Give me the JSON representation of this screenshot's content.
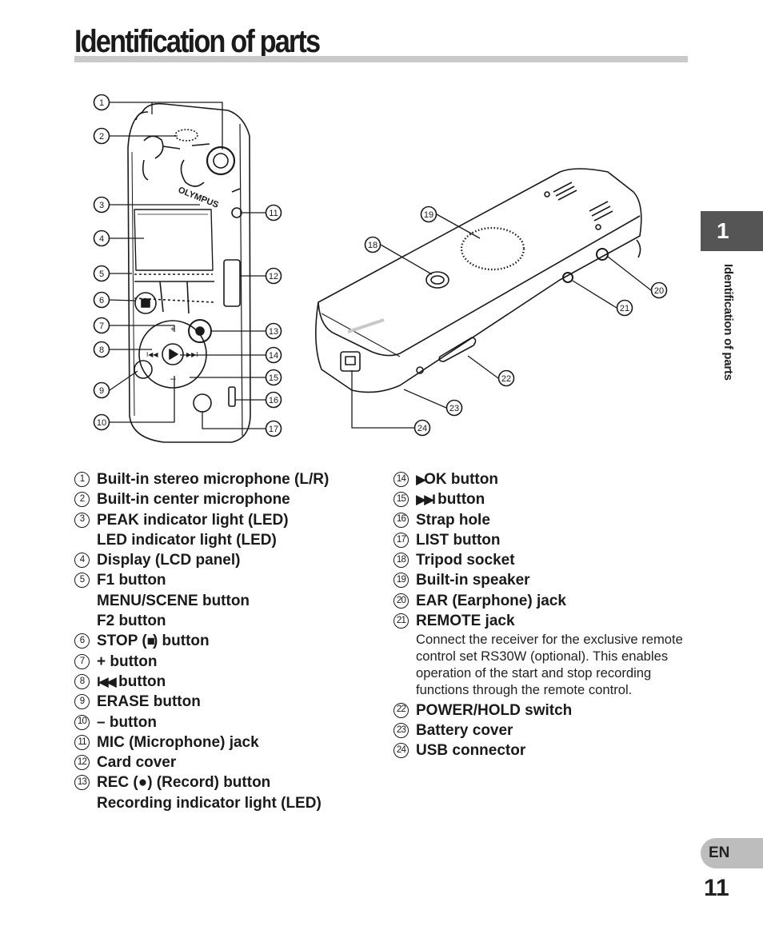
{
  "page": {
    "title": "Identification of parts",
    "chapter_number": "1",
    "chapter_label": "Identification of parts",
    "language_tab": "EN",
    "page_number": "11"
  },
  "figure": {
    "callout_numbers": [
      "1",
      "2",
      "3",
      "4",
      "5",
      "6",
      "7",
      "8",
      "9",
      "10",
      "11",
      "12",
      "13",
      "14",
      "15",
      "16",
      "17",
      "18",
      "19",
      "20",
      "21",
      "22",
      "23",
      "24"
    ],
    "device_brand": "OLYMPUS"
  },
  "parts_left": [
    {
      "num": "1",
      "label": "Built-in stereo microphone (L/R)"
    },
    {
      "num": "2",
      "label": "Built-in center microphone"
    },
    {
      "num": "3",
      "label": "PEAK indicator light (LED)",
      "sub": [
        "LED indicator light (LED)"
      ]
    },
    {
      "num": "4",
      "label": "Display (LCD panel)"
    },
    {
      "num": "5",
      "label": "F1 button",
      "sub": [
        "MENU/SCENE button",
        "F2 button"
      ]
    },
    {
      "num": "6",
      "label_pre": "STOP (",
      "glyph": "■",
      "label_post": ") button"
    },
    {
      "num": "7",
      "label": "+ button"
    },
    {
      "num": "8",
      "glyph": "I◀◀",
      "label_post": " button"
    },
    {
      "num": "9",
      "label": "ERASE button"
    },
    {
      "num": "10",
      "label": "– button"
    },
    {
      "num": "11",
      "label": "MIC (Microphone) jack"
    },
    {
      "num": "12",
      "label": "Card cover"
    },
    {
      "num": "13",
      "label": "REC (●) (Record) button",
      "sub": [
        "Recording indicator light (LED)"
      ]
    }
  ],
  "parts_right": [
    {
      "num": "14",
      "glyph": "▶",
      "label_post": "OK button"
    },
    {
      "num": "15",
      "glyph": "▶▶I",
      "label_post": " button"
    },
    {
      "num": "16",
      "label": "Strap hole"
    },
    {
      "num": "17",
      "label": "LIST button"
    },
    {
      "num": "18",
      "label": "Tripod socket"
    },
    {
      "num": "19",
      "label": "Built-in speaker"
    },
    {
      "num": "20",
      "label": "EAR (Earphone) jack"
    },
    {
      "num": "21",
      "label": "REMOTE jack",
      "note": "Connect the receiver for the exclusive remote control set RS30W (optional). This enables operation of the start and stop recording functions through the remote control."
    },
    {
      "num": "22",
      "label": "POWER/HOLD switch"
    },
    {
      "num": "23",
      "label": "Battery cover"
    },
    {
      "num": "24",
      "label": "USB connector"
    }
  ]
}
